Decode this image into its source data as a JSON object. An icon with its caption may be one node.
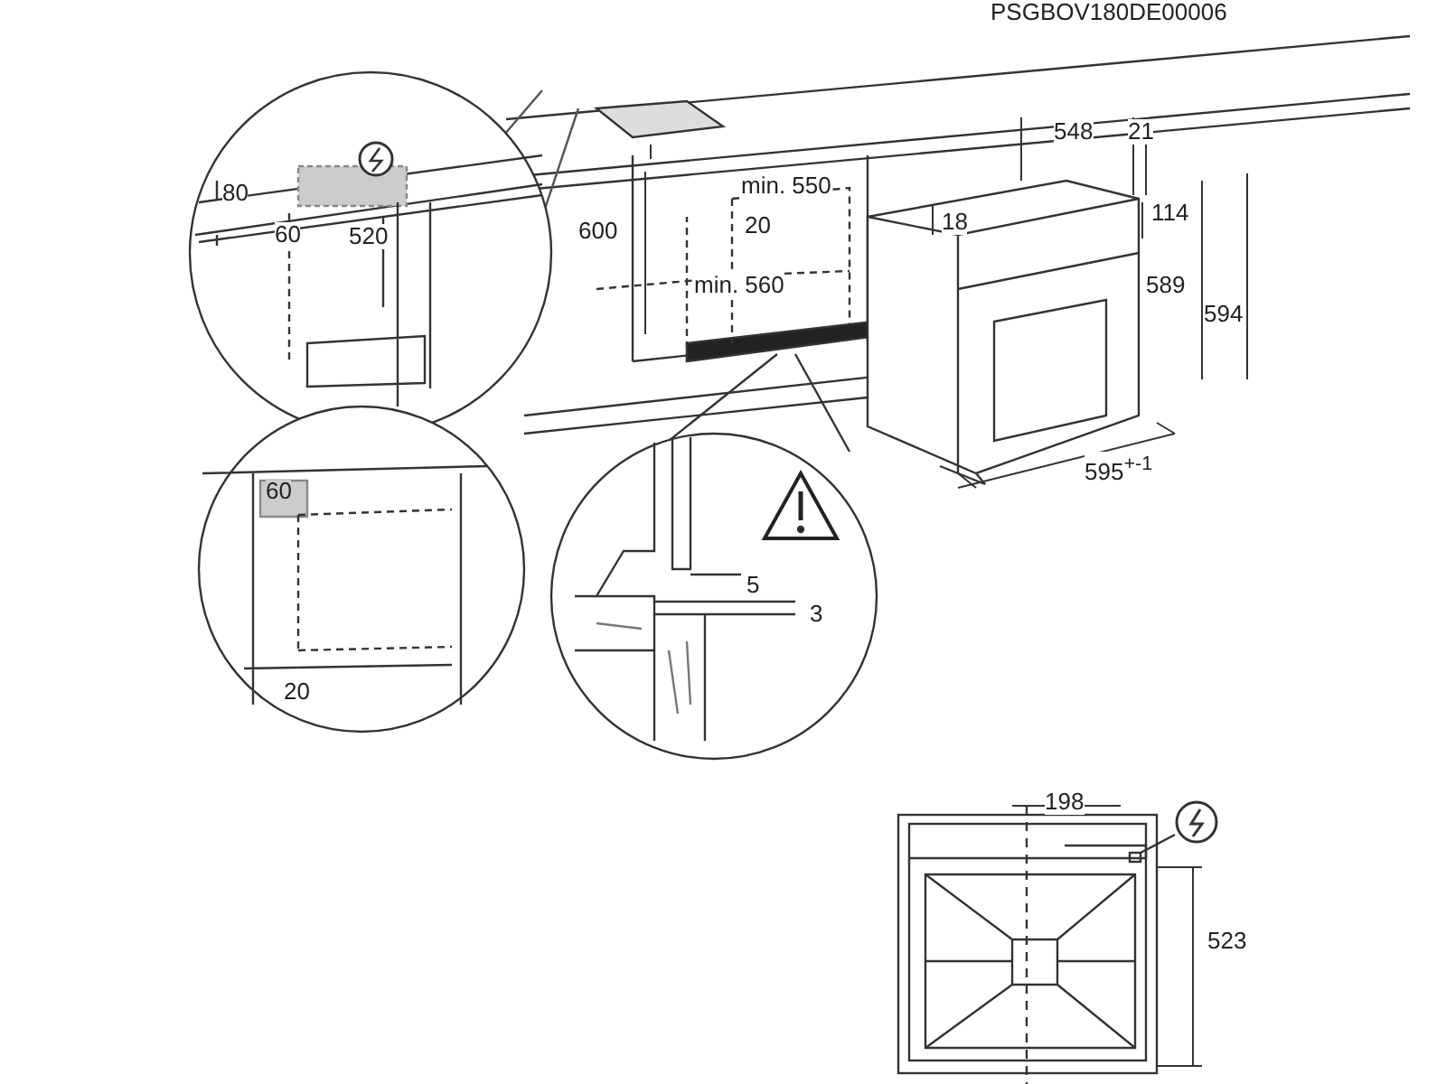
{
  "diagram": {
    "labels": [
      "PSGBOV180DE00006",
      "80",
      "60",
      "520",
      "600",
      "min. 550",
      "20",
      "548",
      "21",
      "18",
      "114",
      "min. 560",
      "589",
      "594",
      "60",
      "595$^{+-1}$",
      "5",
      "3",
      "20",
      "198",
      "523"
    ]
  }
}
